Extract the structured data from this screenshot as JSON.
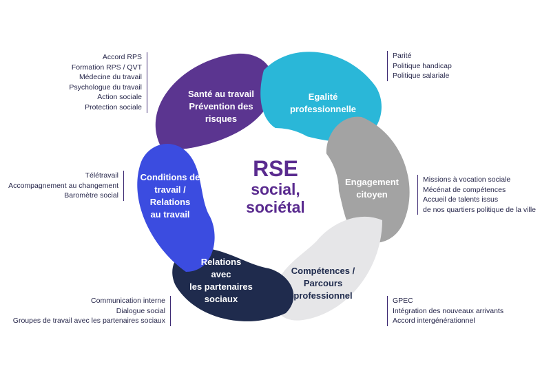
{
  "center": {
    "title": "RSE",
    "line2": "social,",
    "line3": "sociétal"
  },
  "colors": {
    "purple": "#5b3590",
    "cyan": "#2ab7d8",
    "gray": "#a3a3a3",
    "light_gray": "#e6e6e8",
    "navy": "#1f2b4d",
    "blue": "#3b4ce0",
    "title": "#5a2b8f"
  },
  "petals": [
    {
      "id": "sante",
      "color": "purple",
      "lines": [
        "Santé au travail",
        "Prévention des",
        "risques"
      ],
      "notes": [
        "Accord RPS",
        "Formation RPS  / QVT",
        "Médecine du travail",
        "Psychologue du travail",
        "Action sociale",
        "Protection sociale"
      ]
    },
    {
      "id": "egalite",
      "color": "cyan",
      "lines": [
        "Egalité",
        "professionnelle"
      ],
      "notes": [
        "Parité",
        "Politique handicap",
        "Politique salariale"
      ]
    },
    {
      "id": "engagement",
      "color": "gray",
      "lines": [
        "Engagement",
        "citoyen"
      ],
      "notes": [
        "Missions à vocation sociale",
        "Mécénat de compétences",
        "Accueil de talents issus",
        "de nos quartiers politique de la ville"
      ]
    },
    {
      "id": "competences",
      "color": "light_gray",
      "lines": [
        "Compétences /",
        "Parcours",
        "professionnel"
      ],
      "notes": [
        "GPEC",
        "Intégration des nouveaux arrivants",
        "Accord intergénérationnel"
      ]
    },
    {
      "id": "relations",
      "color": "navy",
      "lines": [
        "Relations",
        "avec",
        "les partenaires",
        "sociaux"
      ],
      "notes": [
        "Communication interne",
        "Dialogue social",
        "Groupes de travail avec les partenaires sociaux"
      ]
    },
    {
      "id": "conditions",
      "color": "blue",
      "lines": [
        "Conditions de",
        "travail /",
        "Relations",
        "au travail"
      ],
      "notes": [
        "Télétravail",
        "Accompagnement au changement",
        "Baromètre social"
      ]
    }
  ]
}
